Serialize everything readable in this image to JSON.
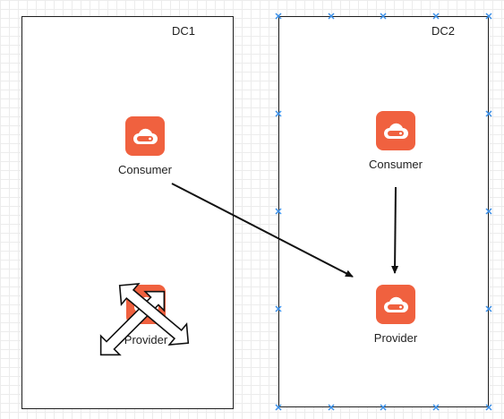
{
  "colors": {
    "node_icon_bg": "#f0613f",
    "line": "#111111",
    "selection_handle": "#3a8fe8"
  },
  "containers": [
    {
      "id": "dc1",
      "label": "DC1"
    },
    {
      "id": "dc2",
      "label": "DC2"
    }
  ],
  "nodes": {
    "dc1_consumer": {
      "label": "Consumer",
      "icon": "cloud-server-icon"
    },
    "dc1_provider": {
      "label": "Provider",
      "icon": "cloud-server-icon",
      "overlay": "move-cursor-icon"
    },
    "dc2_consumer": {
      "label": "Consumer",
      "icon": "cloud-server-icon"
    },
    "dc2_provider": {
      "label": "Provider",
      "icon": "cloud-server-icon"
    }
  },
  "edges": [
    {
      "from": "DC1 Consumer",
      "to": "DC2 Provider"
    },
    {
      "from": "DC2 Consumer",
      "to": "DC2 Provider"
    }
  ]
}
